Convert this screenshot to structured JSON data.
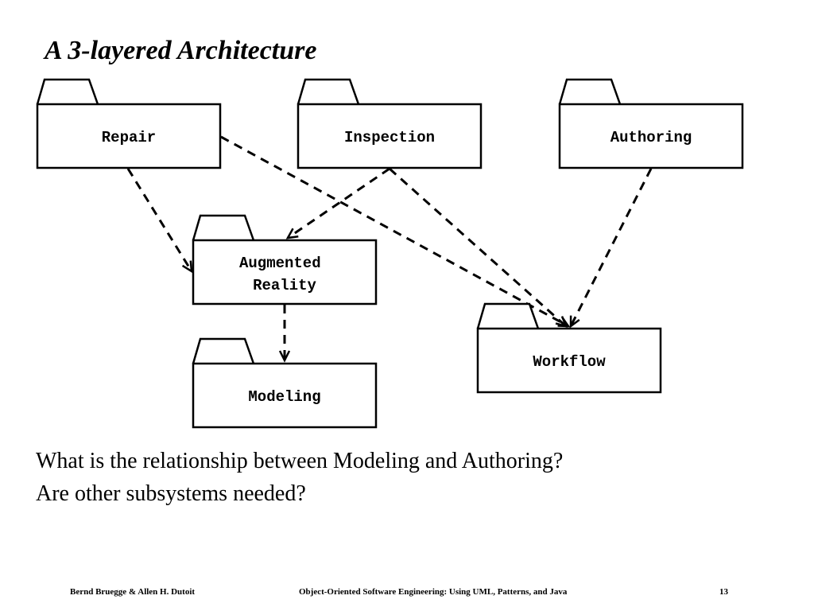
{
  "slide": {
    "title": "A 3-layered Architecture"
  },
  "diagram": {
    "packages": {
      "repair": {
        "lines": [
          "Repair"
        ]
      },
      "inspection": {
        "lines": [
          "Inspection"
        ]
      },
      "authoring": {
        "lines": [
          "Authoring"
        ]
      },
      "augmented_reality": {
        "lines": [
          "Augmented",
          "Reality"
        ]
      },
      "workflow": {
        "lines": [
          "Workflow"
        ]
      },
      "modeling": {
        "lines": [
          "Modeling"
        ]
      }
    },
    "dependencies": [
      {
        "from": "Repair",
        "to": "Augmented Reality"
      },
      {
        "from": "Repair",
        "to": "Workflow"
      },
      {
        "from": "Inspection",
        "to": "Augmented Reality"
      },
      {
        "from": "Inspection",
        "to": "Workflow"
      },
      {
        "from": "Authoring",
        "to": "Workflow"
      },
      {
        "from": "Augmented Reality",
        "to": "Modeling"
      }
    ]
  },
  "questions": {
    "line1": "What is the relationship between Modeling and Authoring?",
    "line2": "Are other subsystems needed?"
  },
  "footer": {
    "authors": "Bernd Bruegge & Allen H. Dutoit",
    "book": "Object-Oriented Software Engineering: Using UML, Patterns, and Java",
    "page": "13"
  }
}
